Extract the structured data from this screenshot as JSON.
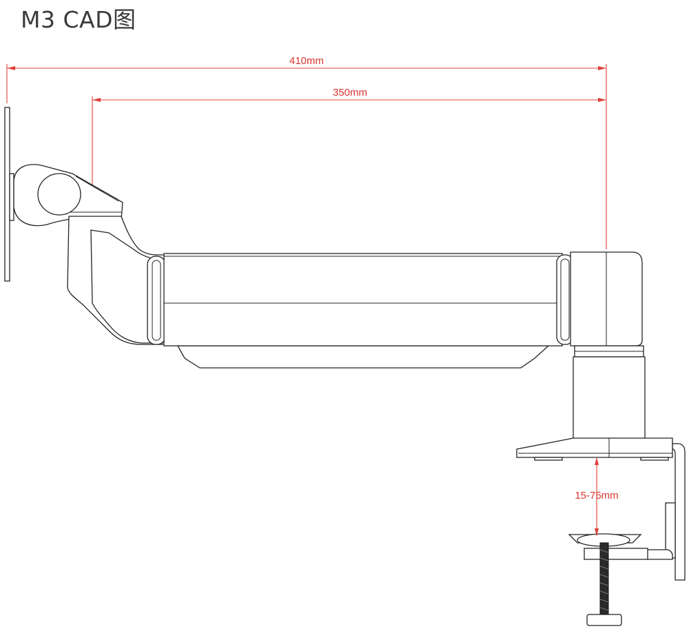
{
  "title": "M3  CAD图",
  "dimensions": {
    "overall_reach": "410mm",
    "arm_reach": "350mm",
    "clamp_range": "15-75mm"
  },
  "colors": {
    "dimension_line": "#e0403a",
    "outline": "#222222",
    "title_text": "#3a3a3a"
  }
}
